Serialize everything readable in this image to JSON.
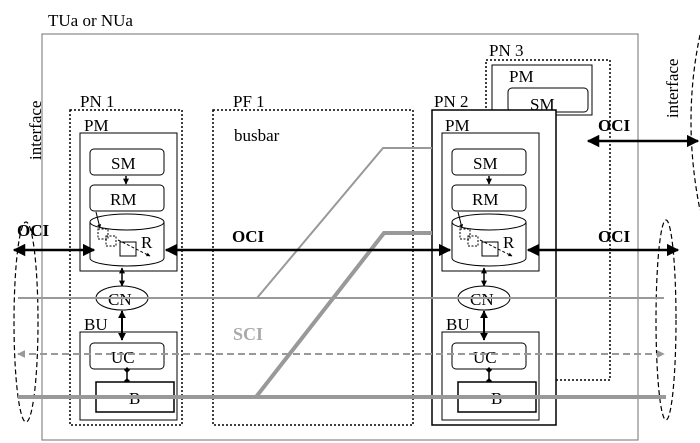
{
  "diagram": {
    "outer_label": "TUa or NUa",
    "interface_label": "interface",
    "pn1": {
      "label": "PN 1",
      "pm": "PM",
      "sm": "SM",
      "rm": "RM",
      "r": "R",
      "cn": "CN",
      "bu": "BU",
      "uc": "UC",
      "b": "B"
    },
    "pf1": {
      "label": "PF 1",
      "busbar": "busbar"
    },
    "pn2": {
      "label": "PN 2",
      "pm": "PM",
      "sm": "SM",
      "rm": "RM",
      "r": "R",
      "cn": "CN",
      "bu": "BU",
      "uc": "UC",
      "b": "B"
    },
    "pn3": {
      "label": "PN 3",
      "pm": "PM",
      "sm": "SM"
    },
    "oci": "OCI",
    "sci": "SCI"
  }
}
